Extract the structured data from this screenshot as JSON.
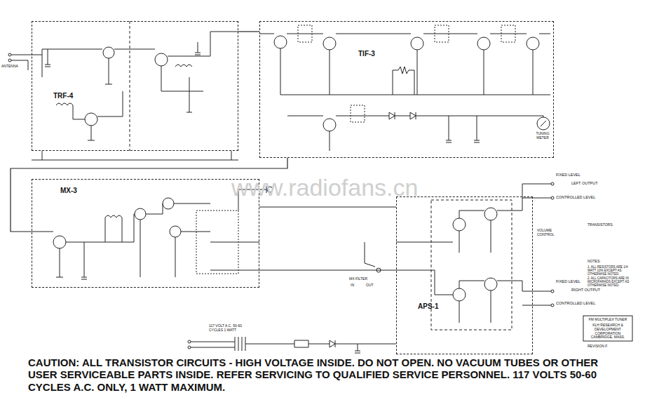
{
  "diagram": {
    "nodes": [
      {
        "text": [
          "TRF-4"
        ]
      },
      {
        "text": [
          "TIF-3"
        ]
      },
      {
        "text": [
          "MX-3"
        ]
      },
      {
        "text": [
          "APS-1"
        ]
      }
    ],
    "edges": [
      {
        "from": 0,
        "to": 1,
        "arrow": "none"
      },
      {
        "from": 1,
        "to": 2,
        "arrow": "none"
      },
      {
        "from": 2,
        "to": 3,
        "arrow": "none"
      }
    ],
    "labels": [
      "www.radiofans.cn",
      "ANTENNA",
      "TUNING METER",
      "FIXED LEVEL",
      "LEFT OUTPUT",
      "CONTROLLED LEVEL",
      "VOLUME CONTROL",
      "FIXED LEVEL",
      "RIGHT OUTPUT",
      "CONTROLLED LEVEL",
      "MX-FILTER",
      "IN",
      "OUT",
      "117 VOLT A.C. 50-60 CYCLES 1 WATT",
      "TRANSISTORS:",
      "NOTES:",
      "1. ALL RESISTORS ARE 1/4 WATT 10% EXCEPT AS OTHERWISE NOTED.",
      "2. ALL CAPACITORS ARE IN MICROFARADS EXCEPT AS OTHERWISE NOTED.",
      "FM MULTIPLEX TUNER",
      "KLH RESEARCH & DEVELOPMENT CORPORATION CAMBRIDGE, MASS.",
      "REVISION F",
      "CAUTION: ALL TRANSISTOR CIRCUITS - HIGH VOLTAGE INSIDE. DO NOT OPEN. NO VACUUM TUBES OR OTHER USER SERVICEABLE PARTS INSIDE. REFER SERVICING TO QUALIFIED SERVICE PERSONNEL. 117 VOLTS 50-60 CYCLES A.C. ONLY, 1 WATT MAXIMUM."
    ]
  }
}
